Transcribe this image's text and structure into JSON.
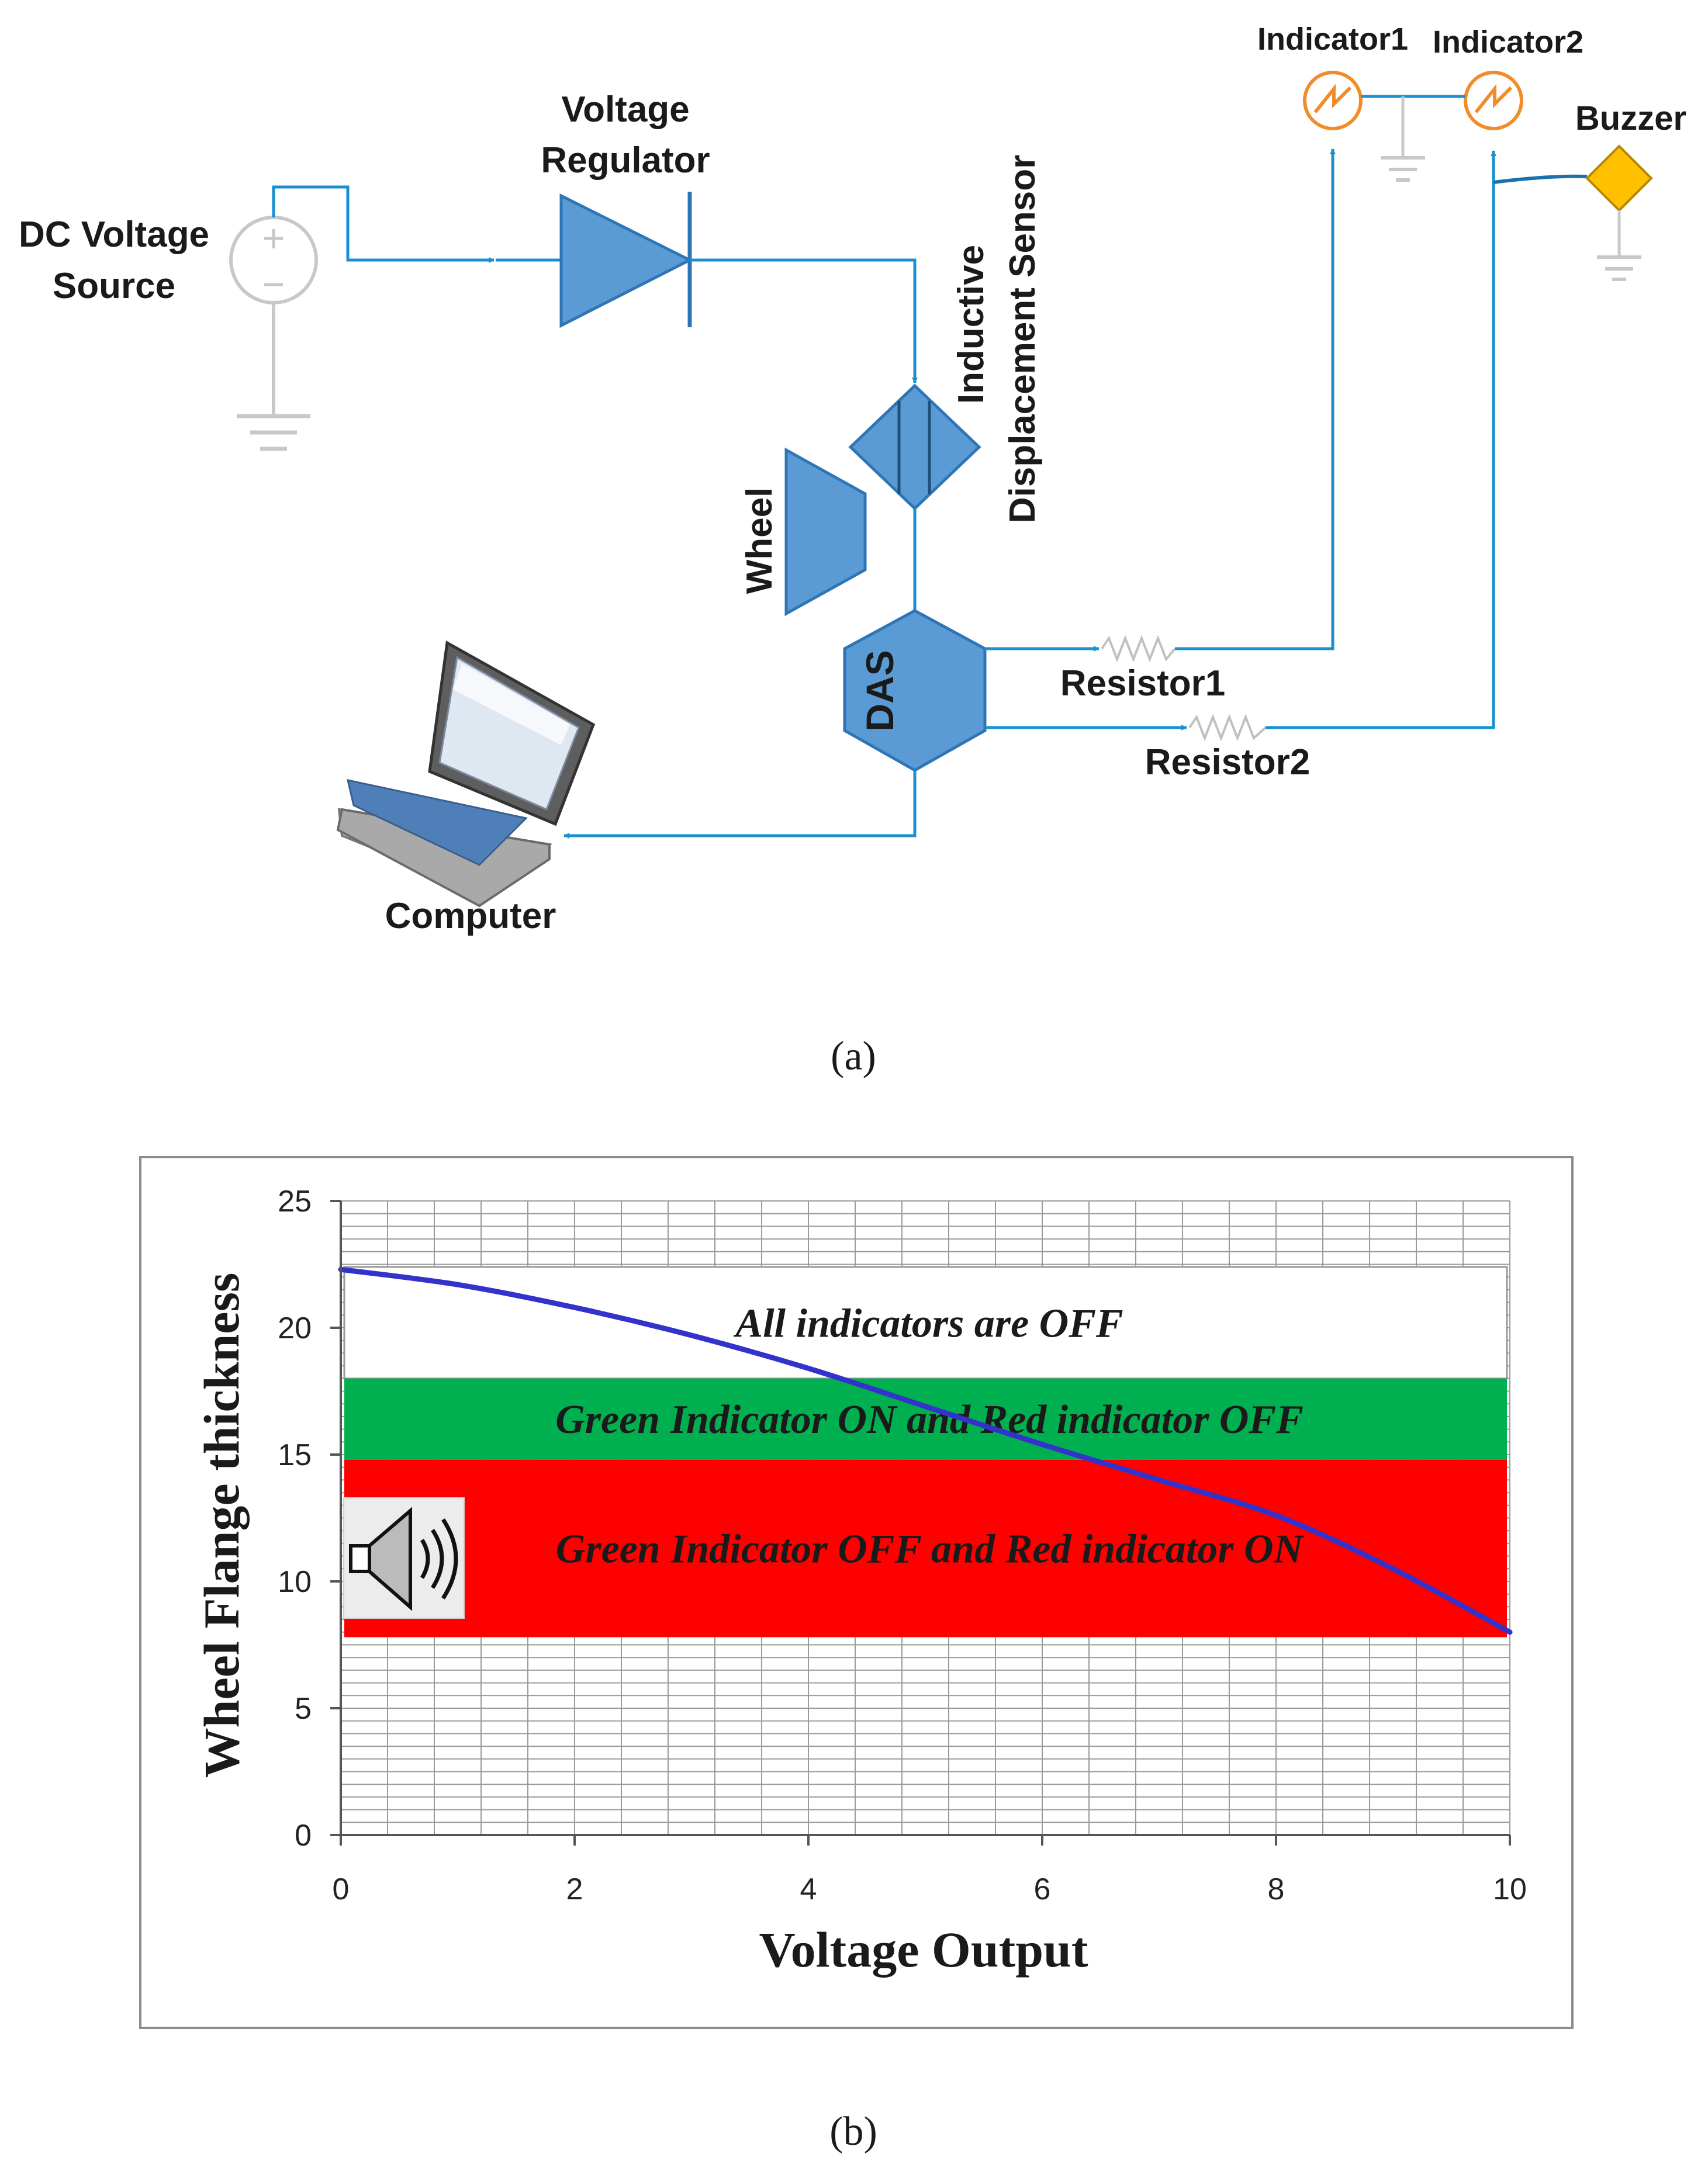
{
  "diagram": {
    "labels": {
      "dc_source_line1": "DC Voltage",
      "dc_source_line2": "Source",
      "regulator_line1": "Voltage",
      "regulator_line2": "Regulator",
      "sensor_line1": "Inductive",
      "sensor_line2": "Displacement Sensor",
      "wheel": "Wheel",
      "das": "DAS",
      "computer": "Computer",
      "resistor1": "Resistor1",
      "resistor2": "Resistor2",
      "indicator1": "Indicator1",
      "indicator2": "Indicator2",
      "buzzer": "Buzzer"
    },
    "caption": "(a)",
    "colors": {
      "wire": "#1a8fd1",
      "component": "#5b9bd5",
      "component_stroke": "#2e75b6",
      "ground": "#bfbfbf",
      "indicator": "#f28c28",
      "buzzer": "#ffc000"
    }
  },
  "chart_data": {
    "type": "line",
    "xlabel": "Voltage Output",
    "ylabel": "Wheel Flange thickness",
    "xlim": [
      0,
      10
    ],
    "ylim": [
      0,
      25
    ],
    "x_ticks": [
      "0",
      "2",
      "4",
      "6",
      "8",
      "10"
    ],
    "y_ticks": [
      "0",
      "5",
      "10",
      "15",
      "20",
      "25"
    ],
    "grid": true,
    "series": [
      {
        "color": "#3333cc",
        "x": [
          0,
          1,
          2,
          3,
          4,
          5,
          6,
          7,
          8,
          9,
          10
        ],
        "y": [
          22.3,
          21.7,
          20.8,
          19.7,
          18.4,
          16.9,
          15.4,
          14.0,
          12.6,
          10.5,
          8.0
        ]
      }
    ],
    "bands": [
      {
        "label": "All indicators are OFF",
        "y_from": 18,
        "y_to": 22.4,
        "color": "#ffffff"
      },
      {
        "label": "Green Indicator ON and Red indicator OFF",
        "y_from": 14.8,
        "y_to": 18,
        "color": "#00b050"
      },
      {
        "label": "Green Indicator OFF and Red indicator ON",
        "y_from": 7.8,
        "y_to": 14.8,
        "color": "#ff0000"
      }
    ],
    "icons": [
      "speaker-icon"
    ]
  },
  "chart_caption": "(b)"
}
